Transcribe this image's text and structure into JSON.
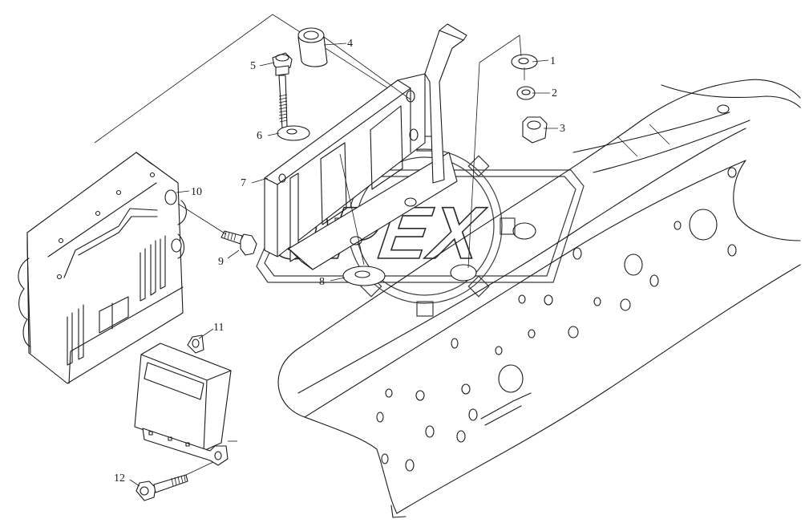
{
  "watermark": {
    "text": "OPEX"
  },
  "callouts": [
    {
      "id": "1",
      "text": "1"
    },
    {
      "id": "2",
      "text": "2"
    },
    {
      "id": "3",
      "text": "3"
    },
    {
      "id": "4",
      "text": "4"
    },
    {
      "id": "5",
      "text": "5"
    },
    {
      "id": "6",
      "text": "6"
    },
    {
      "id": "7",
      "text": "7"
    },
    {
      "id": "8",
      "text": "8"
    },
    {
      "id": "9",
      "text": "9"
    },
    {
      "id": "10",
      "text": "10"
    },
    {
      "id": "11",
      "text": "11"
    },
    {
      "id": "12",
      "text": "12"
    }
  ]
}
